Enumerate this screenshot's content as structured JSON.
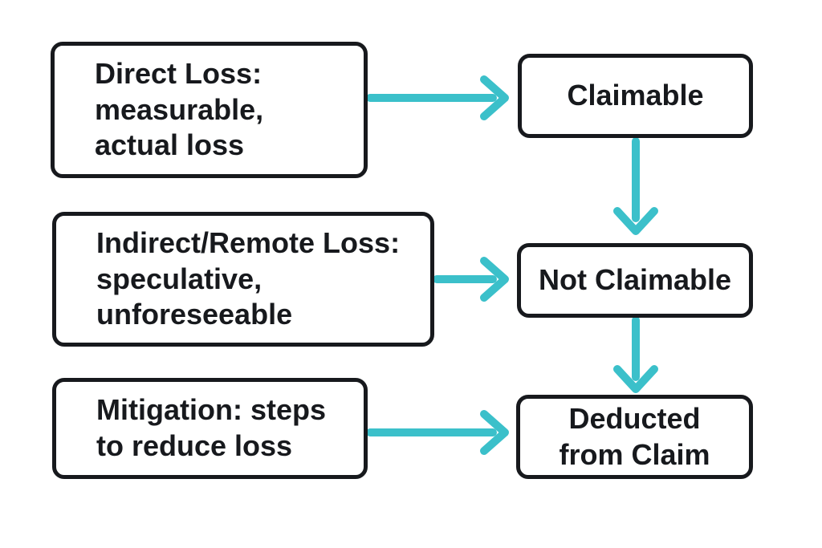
{
  "diagram": {
    "type": "flowchart",
    "colors": {
      "arrow": "#3bc0ca",
      "box_border": "#17191d",
      "text": "#17191d",
      "background": "#ffffff",
      "box_fill": "#ffffff"
    },
    "nodes": {
      "direct_loss": {
        "label": "Direct Loss:\nmeasurable,\nactual loss"
      },
      "indirect_loss": {
        "label": "Indirect/Remote Loss:\nspeculative,\nunforeseeable"
      },
      "mitigation": {
        "label": "Mitigation: steps\nto reduce loss"
      },
      "claimable": {
        "label": "Claimable"
      },
      "not_claimable": {
        "label": "Not Claimable"
      },
      "deducted": {
        "label": "Deducted\nfrom Claim"
      }
    },
    "edges": [
      {
        "from": "direct_loss",
        "to": "claimable",
        "direction": "right"
      },
      {
        "from": "claimable",
        "to": "not_claimable",
        "direction": "down"
      },
      {
        "from": "indirect_loss",
        "to": "not_claimable",
        "direction": "right"
      },
      {
        "from": "not_claimable",
        "to": "deducted",
        "direction": "down"
      },
      {
        "from": "mitigation",
        "to": "deducted",
        "direction": "right"
      }
    ]
  }
}
